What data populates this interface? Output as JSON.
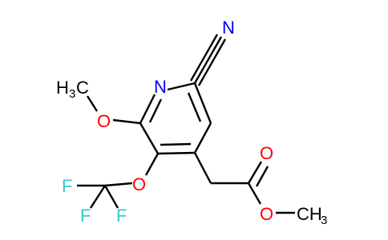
{
  "molecule": {
    "atoms": {
      "nitrile_n": {
        "text": "N",
        "color": "#0000FF"
      },
      "ring_n": {
        "text": "N",
        "color": "#0000FF"
      },
      "methoxy_o": {
        "text": "O",
        "color": "#FF0000"
      },
      "methoxy_me": {
        "text": "H",
        "sub": "3",
        "tail": "C",
        "color": "#000000"
      },
      "ocf3_o": {
        "text": "O",
        "color": "#FF0000"
      },
      "f_left": {
        "text": "F",
        "color": "#33CCCC"
      },
      "f_bottom_left": {
        "text": "F",
        "color": "#33CCCC"
      },
      "f_bottom_right": {
        "text": "F",
        "color": "#33CCCC"
      },
      "carbonyl_o": {
        "text": "O",
        "color": "#FF0000"
      },
      "ester_o": {
        "text": "O",
        "color": "#FF0000"
      },
      "ester_me": {
        "text": "CH",
        "sub": "3",
        "color": "#000000"
      }
    }
  }
}
